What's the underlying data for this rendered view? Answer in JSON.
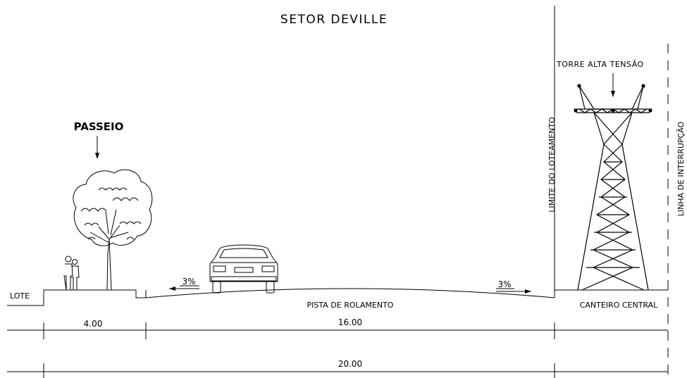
{
  "title": "SETOR DEVILLE",
  "labels": {
    "passeio": "PASSEIO",
    "torre": "TORRE ALTA TENSÃO",
    "limite": "LIMITE DO LOTEAMENTO",
    "linha": "LINHA DE INTERRUPÇÃO",
    "lote": "LOTE",
    "pista": "PISTA DE ROLAMENTO",
    "canteiro": "CANTEIRO CENTRAL",
    "slope_left": "3%",
    "slope_right": "3%"
  },
  "dimensions": {
    "sidewalk": "4.00",
    "roadway": "16.00",
    "total": "20.00"
  }
}
